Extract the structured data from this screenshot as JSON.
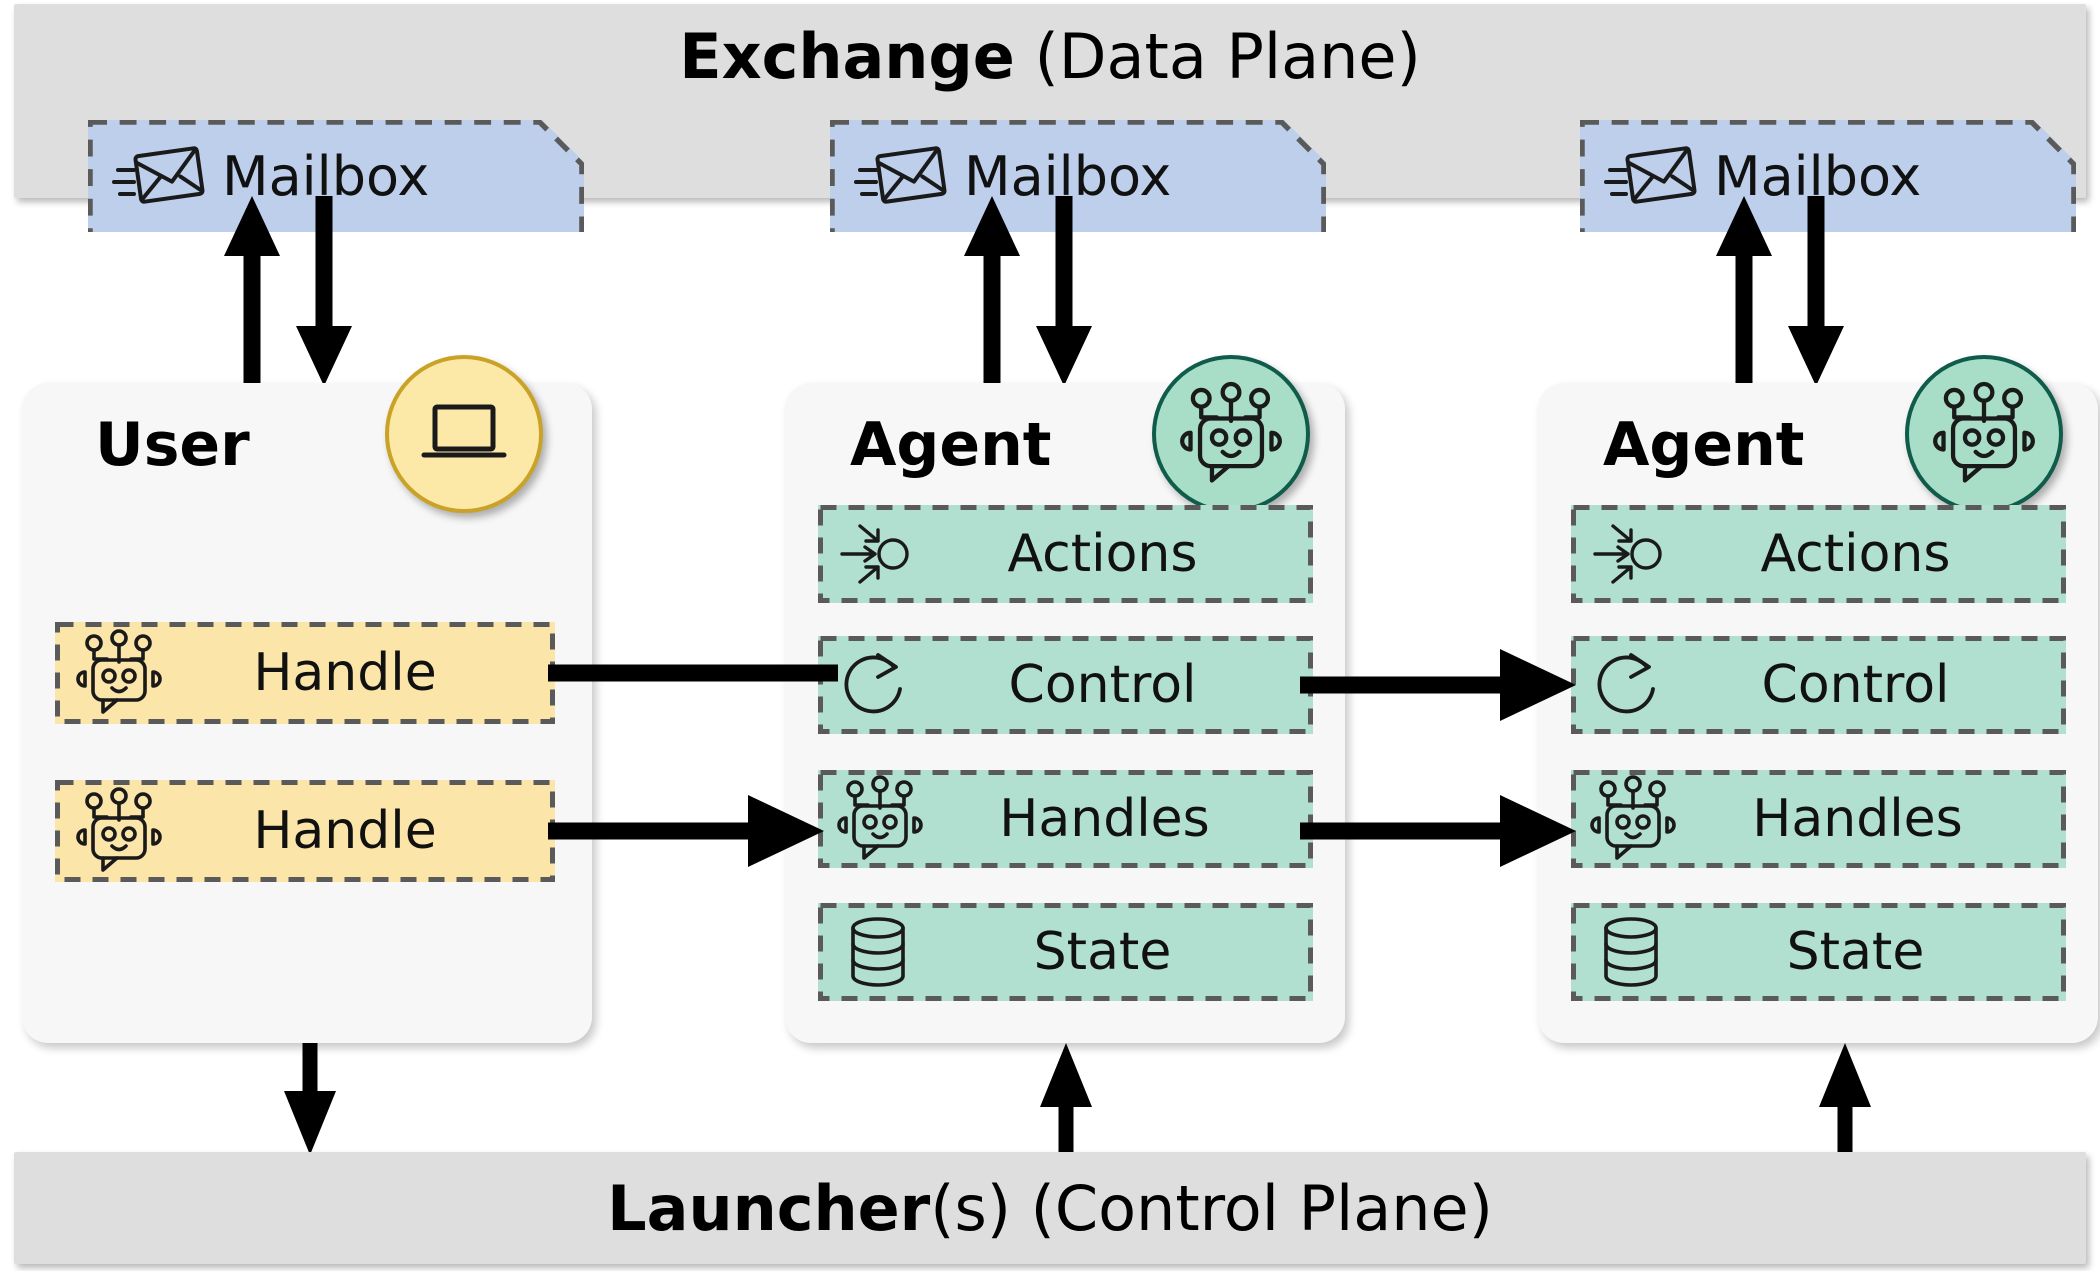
{
  "exchange": {
    "title_bold": "Exchange",
    "title_rest": " (Data Plane)",
    "mailboxes": [
      {
        "label": "Mailbox",
        "icon": "mail-icon"
      },
      {
        "label": "Mailbox",
        "icon": "mail-icon"
      },
      {
        "label": "Mailbox",
        "icon": "mail-icon"
      }
    ]
  },
  "launcher": {
    "title_bold": "Launcher",
    "title_rest": "(s) (Control Plane)"
  },
  "entities": [
    {
      "title": "User",
      "badge_icon": "laptop-icon",
      "rows": [
        {
          "label": "Handle",
          "icon": "robot-icon"
        },
        {
          "label": "Handle",
          "icon": "robot-icon"
        }
      ]
    },
    {
      "title": "Agent",
      "badge_icon": "robot-icon",
      "rows": [
        {
          "label": "Actions",
          "icon": "actions-icon"
        },
        {
          "label": "Control",
          "icon": "control-loop-icon"
        },
        {
          "label": "Handles",
          "icon": "robot-icon"
        },
        {
          "label": "State",
          "icon": "database-icon"
        }
      ]
    },
    {
      "title": "Agent",
      "badge_icon": "robot-icon",
      "rows": [
        {
          "label": "Actions",
          "icon": "actions-icon"
        },
        {
          "label": "Control",
          "icon": "control-loop-icon"
        },
        {
          "label": "Handles",
          "icon": "robot-icon"
        },
        {
          "label": "State",
          "icon": "database-icon"
        }
      ]
    }
  ],
  "colors": {
    "plane_bar": "#dedede",
    "mailbox_fill": "#bdcfeb",
    "user_fill": "#fbe5a8",
    "agent_fill": "#b2e0d0",
    "user_badge_border": "#c9a227",
    "agent_badge_border": "#0f5c4a",
    "panel_fill": "#f7f7f7",
    "dash_stroke": "#5a5a5a",
    "arrow": "#000000"
  }
}
